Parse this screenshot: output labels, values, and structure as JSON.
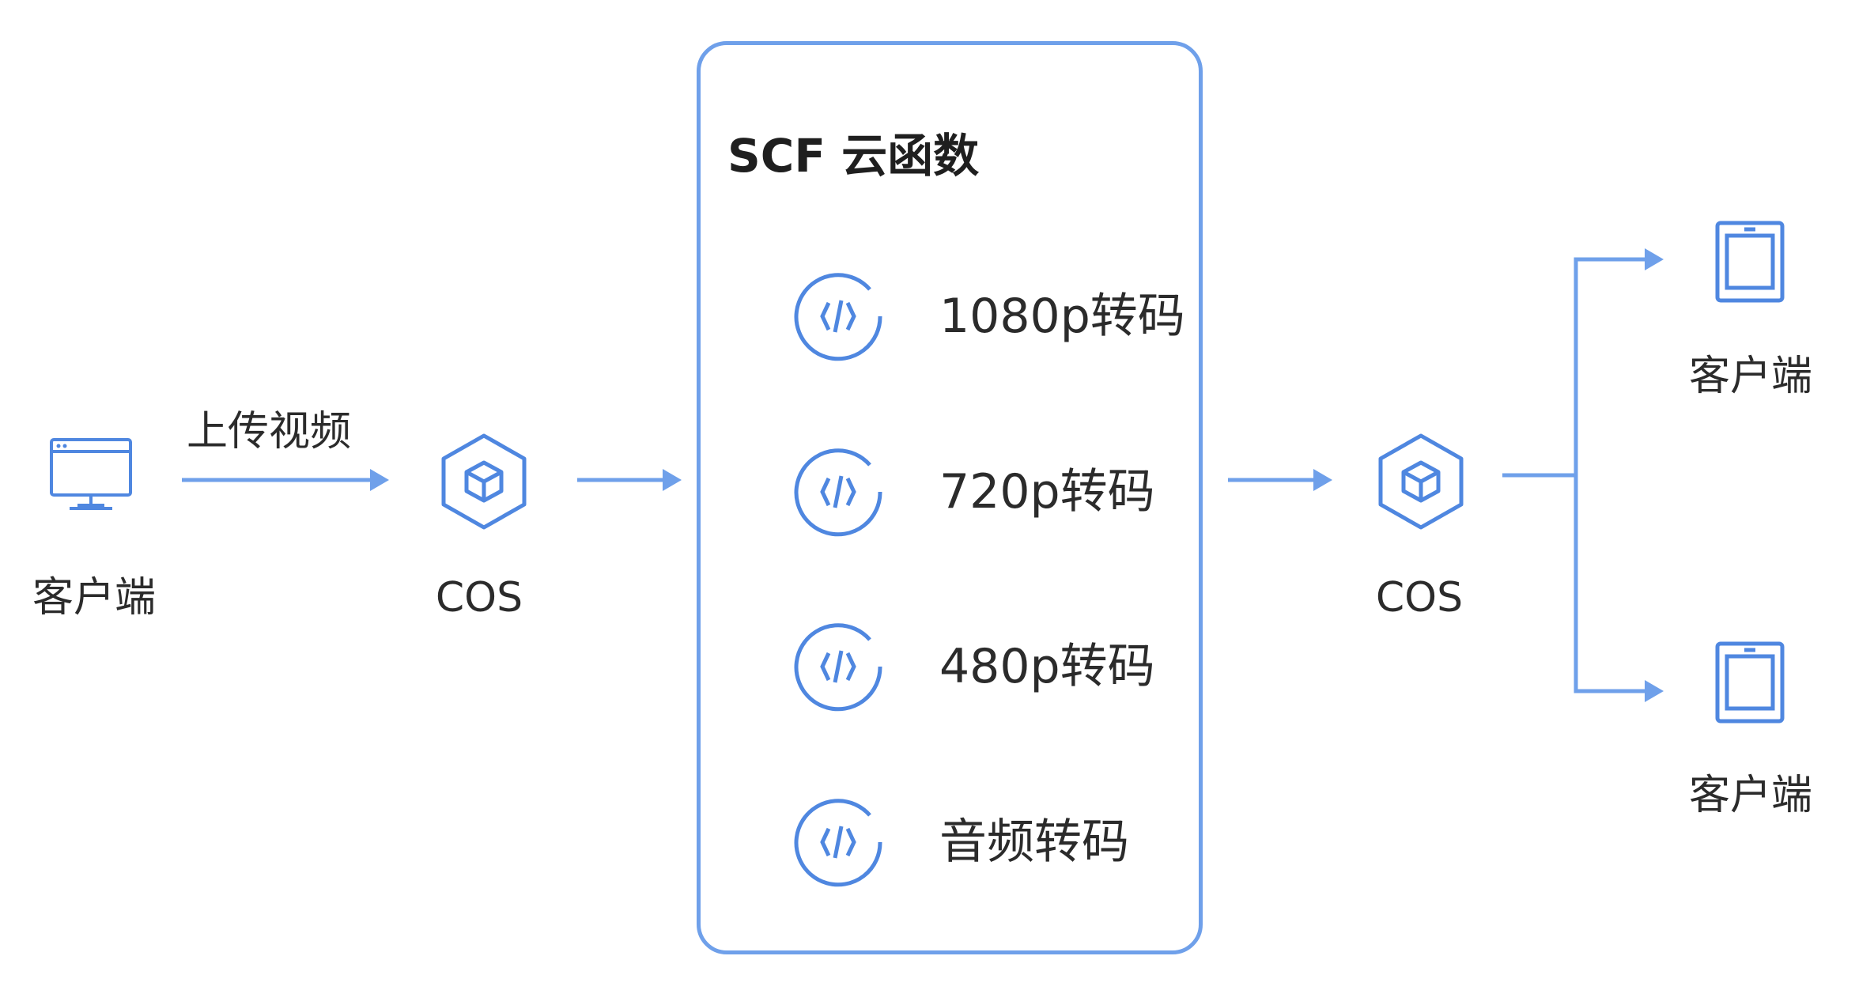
{
  "diagram": {
    "colors": {
      "line": "#6fa0ea",
      "icon": "#4f87e0",
      "text": "#2b2b2b"
    },
    "source_client": {
      "icon": "desktop-monitor-icon",
      "label": "客户端"
    },
    "upload_label": "上传视频",
    "cos_in": {
      "icon": "cos-storage-icon",
      "label": "COS"
    },
    "scf": {
      "title": "SCF 云函数",
      "tasks": [
        {
          "icon": "code-function-icon",
          "label": "1080p转码"
        },
        {
          "icon": "code-function-icon",
          "label": "720p转码"
        },
        {
          "icon": "code-function-icon",
          "label": "480p转码"
        },
        {
          "icon": "code-function-icon",
          "label": "音频转码"
        }
      ]
    },
    "cos_out": {
      "icon": "cos-storage-icon",
      "label": "COS"
    },
    "target_clients": [
      {
        "icon": "tablet-icon",
        "label": "客户端"
      },
      {
        "icon": "tablet-icon",
        "label": "客户端"
      }
    ]
  }
}
